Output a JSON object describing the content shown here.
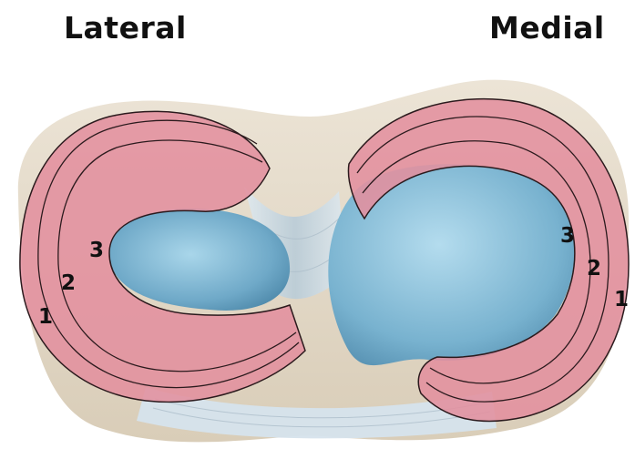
{
  "labels": {
    "lateral": "Lateral",
    "medial": "Medial"
  },
  "zones": {
    "lateral": [
      "1",
      "2",
      "3"
    ],
    "medial": [
      "1",
      "2",
      "3"
    ]
  },
  "colors": {
    "meniscus_fill": "#e2909e",
    "meniscus_outline": "#2b1a1d",
    "tibial_plateau": "#e6dccb",
    "cartilage": "#8fc3dc",
    "ligament": "#d9e6ee",
    "label_text": "#111111"
  }
}
